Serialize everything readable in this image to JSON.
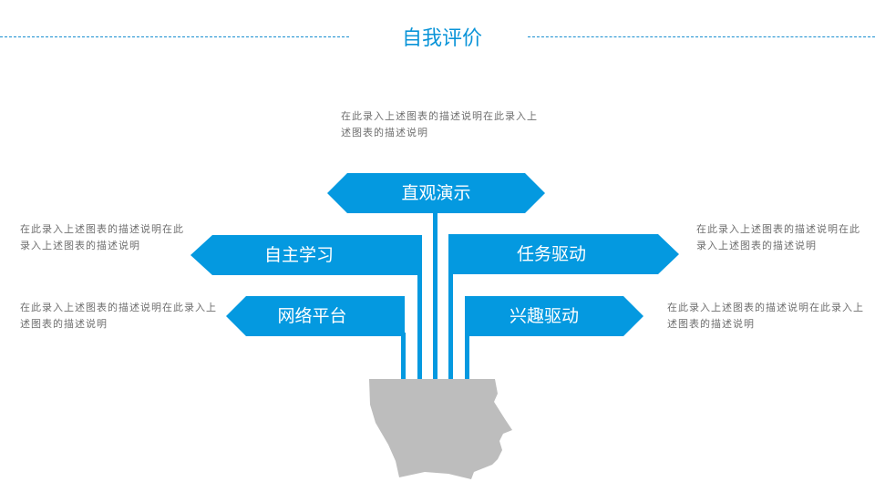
{
  "header": {
    "title": "自我评价"
  },
  "colors": {
    "accent": "#0499e0",
    "head": "#bdbdbd",
    "text": "#6f6f6f"
  },
  "signs": {
    "top": {
      "label": "直观演示",
      "desc": [
        "在此录入上述图表的描述说明在此录入上",
        "述图表的描述说明"
      ]
    },
    "left_upper": {
      "label": "自主学习",
      "desc": [
        "在此录入上述图表的描述说明在此",
        "录入上述图表的描述说明"
      ]
    },
    "right_upper": {
      "label": "任务驱动",
      "desc": [
        "在此录入上述图表的描述说明在此",
        "录入上述图表的描述说明"
      ]
    },
    "left_lower": {
      "label": "网络平台",
      "desc": [
        "在此录入上述图表的描述说明在此录入上",
        "述图表的描述说明"
      ]
    },
    "right_lower": {
      "label": "兴趣驱动",
      "desc": [
        "在此录入上述图表的描述说明在此录入上",
        "述图表的描述说明"
      ]
    }
  }
}
